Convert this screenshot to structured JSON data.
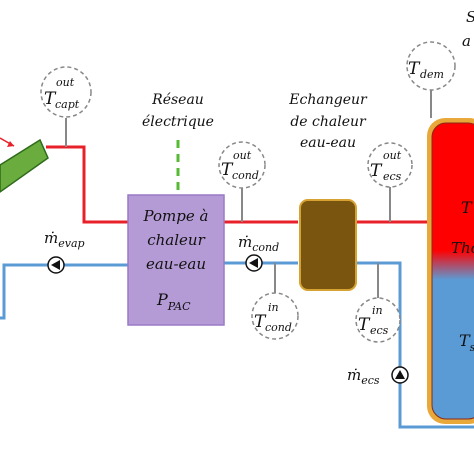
{
  "colors": {
    "hot_pipe": "#e8202a",
    "cold_pipe": "#5b9bd5",
    "heat_pump_fill": "#b59bd6",
    "heat_pump_border": "#9b79c7",
    "exchanger_fill": "#7a5510",
    "exchanger_border": "#d6a232",
    "tank_border": "#e8a83a",
    "tank_hot": "#ff0000",
    "tank_cold": "#5b9bd5",
    "collector": "#6aac3e",
    "network_dash": "#55bb33",
    "sensor_stem": "#888888"
  },
  "heat_pump": {
    "line1": "Pompe à",
    "line2": "chaleur",
    "line3": "eau-eau",
    "power_symbol": "P",
    "power_subscript": "PAC"
  },
  "network_label": {
    "line1": "Réseau",
    "line2": "électrique"
  },
  "exchanger_label": {
    "line1": "Echangeur",
    "line2": "de chaleur",
    "line3": "eau-eau"
  },
  "sensors": {
    "t_capt_out": {
      "symbol": "T",
      "sub": "capt",
      "sup": "out"
    },
    "t_cond_out": {
      "symbol": "T",
      "sub": "cond",
      "sup": "out"
    },
    "t_cond_in": {
      "symbol": "T",
      "sub": "cond",
      "sup": "in"
    },
    "t_ecs_out": {
      "symbol": "T",
      "sub": "ecs",
      "sup": "out"
    },
    "t_ecs_in": {
      "symbol": "T",
      "sub": "ecs",
      "sup": "in"
    },
    "t_dem": {
      "symbol": "T",
      "sub": "dem"
    }
  },
  "flows": {
    "evap": {
      "symbol": "ṁ",
      "sub": "evap"
    },
    "cond": {
      "symbol": "ṁ",
      "sub": "cond"
    },
    "ecs": {
      "symbol": "ṁ",
      "sub": "ecs"
    }
  },
  "tank_labels": {
    "top_symbol": "T",
    "middle_label": "Tho",
    "bottom_symbol": "T",
    "bottom_sub": "s"
  },
  "corner_label": {
    "line1": "S",
    "line2": "a"
  }
}
